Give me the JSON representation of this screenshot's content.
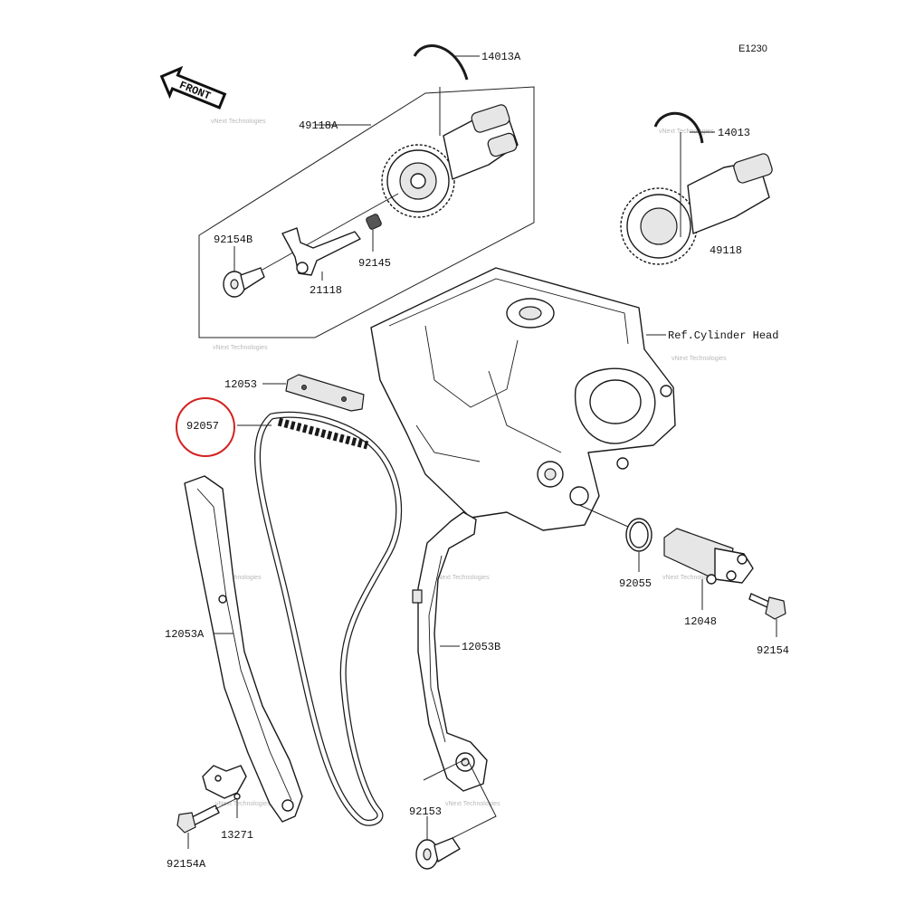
{
  "figure_code": "E1230",
  "front_label": "FRONT",
  "highlight_color": "#d42020",
  "watermark_text": "vNext Technologies",
  "callouts": {
    "p14013A": "14013A",
    "p49118A": "49118A",
    "p14013": "14013",
    "p49118": "49118",
    "p92154B": "92154B",
    "p92145": "92145",
    "p21118": "21118",
    "ref_cylinder_head": "Ref.Cylinder Head",
    "p12053": "12053",
    "p92057": "92057",
    "p12053A": "12053A",
    "p12053B": "12053B",
    "p92055": "92055",
    "p12048": "12048",
    "p92154": "92154",
    "p92153": "92153",
    "p13271": "13271",
    "p92154A": "92154A"
  }
}
